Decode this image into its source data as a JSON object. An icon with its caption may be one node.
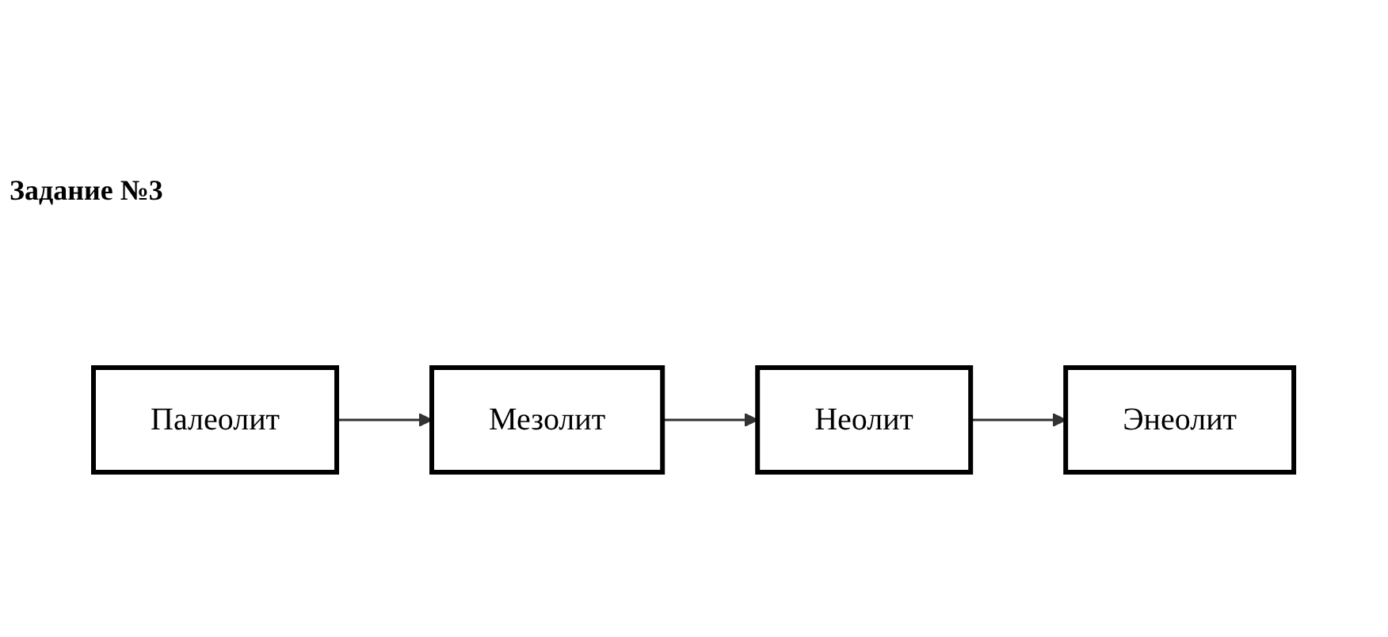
{
  "diagram": {
    "title": "Задание №3",
    "nodes": [
      {
        "text": [
          "Палеолит"
        ]
      },
      {
        "text": [
          "Мезолит"
        ]
      },
      {
        "text": [
          "Неолит"
        ]
      },
      {
        "text": [
          "Энеолит"
        ]
      }
    ],
    "edges": [
      {
        "from": 0,
        "to": 1,
        "arrow": "to"
      },
      {
        "from": 1,
        "to": 2,
        "arrow": "to"
      },
      {
        "from": 2,
        "to": 3,
        "arrow": "to"
      }
    ]
  }
}
